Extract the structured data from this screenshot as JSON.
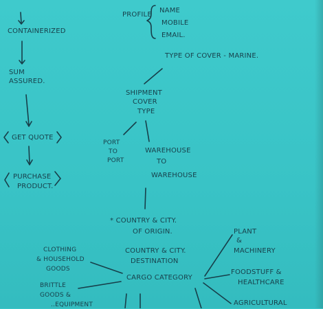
{
  "left_flow": {
    "containerized": "CONTAINERIZED",
    "sum_assured": [
      "SUM",
      "ASSURED."
    ],
    "get_quote": "GET QUOTE",
    "purchase_product": [
      "PURCHASE",
      "PRODUCT."
    ]
  },
  "profile": {
    "label": "PROFILE",
    "fields": [
      "NAME",
      "MOBILE",
      "EMAIL."
    ]
  },
  "type_of_cover": "TYPE OF COVER - MARINE.",
  "shipment_cover_type": [
    "SHIPMENT",
    "COVER",
    "TYPE"
  ],
  "port_to_port": [
    "PORT",
    "TO",
    "PORT"
  ],
  "warehouse_to_warehouse": [
    "WAREHOUSE",
    "TO",
    "WAREHOUSE"
  ],
  "country_origin": [
    "* COUNTRY & CITY.",
    "OF ORIGIN."
  ],
  "country_destination": [
    "COUNTRY & CITY.",
    "DESTINATION"
  ],
  "cargo_category": "CARGO CATEGORY",
  "cargo_left": {
    "clothing": [
      "CLOTHING",
      "& HOUSEHOLD",
      "GOODS"
    ],
    "brittle": [
      "BRITTLE",
      "GOODS &",
      "..EQUIPMENT"
    ]
  },
  "cargo_right": {
    "plant": [
      "PLANT",
      "&",
      "MACHINERY"
    ],
    "foodstuff": [
      "FOODSTUFF &",
      "HEALTHCARE"
    ],
    "agricultural": "AGRICULTURAL"
  },
  "colors": {
    "background": "#3cc7c9",
    "ink": "#173f4a"
  }
}
